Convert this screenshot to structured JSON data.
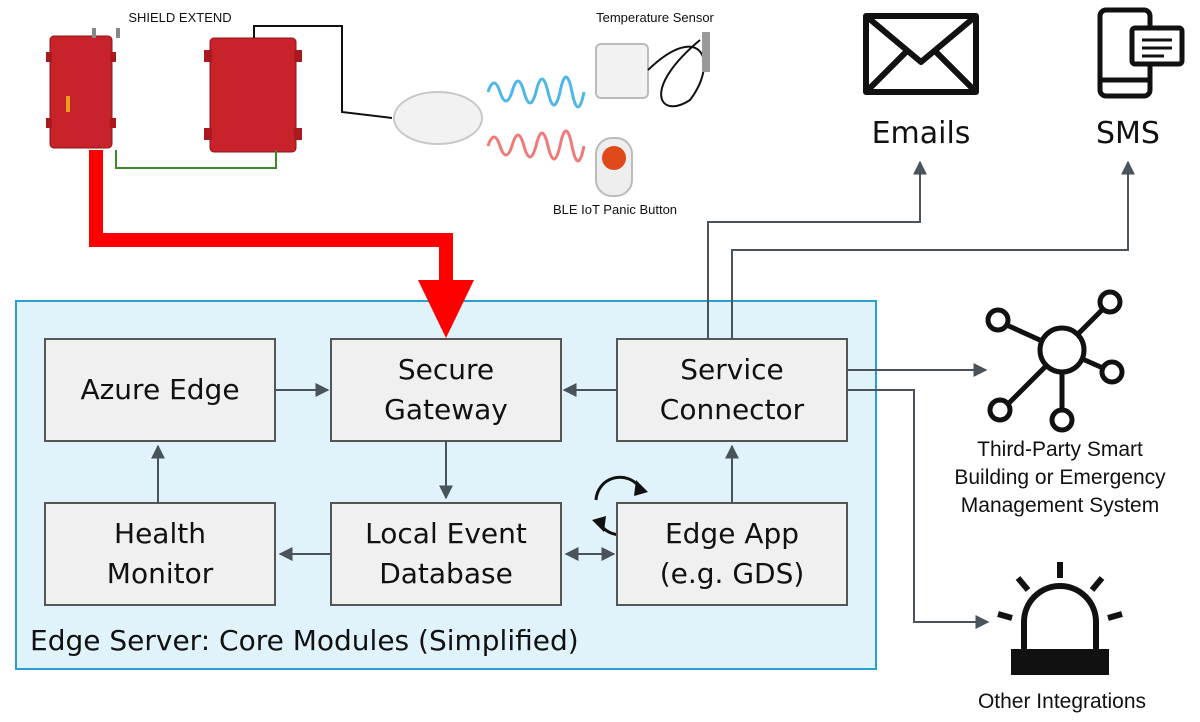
{
  "hardware": {
    "shield_label": "SHIELD EXTEND",
    "temp_label": "Temperature Sensor",
    "panic_label": "BLE IoT Panic Button"
  },
  "server": {
    "title": "Edge Server: Core Modules (Simplified)",
    "modules": {
      "azure_edge": "Azure Edge",
      "secure_gateway": "Secure\nGateway",
      "service_connector": "Service\nConnector",
      "health_monitor": "Health\nMonitor",
      "local_event_db": "Local Event\nDatabase",
      "edge_app": "Edge App\n(e.g. GDS)"
    }
  },
  "outputs": {
    "emails": "Emails",
    "sms": "SMS",
    "third_party": "Third-Party Smart\nBuilding or Emergency\nManagement System",
    "other": "Other Integrations"
  },
  "colors": {
    "red_device": "#c8222a",
    "red_arrow": "#ff0000",
    "container_fill": "#e0f3fb",
    "container_border": "#2aa0d0",
    "arrow_gray": "#4a525a",
    "wave_blue": "#4fb6e8",
    "wave_red": "#f07a7a"
  }
}
